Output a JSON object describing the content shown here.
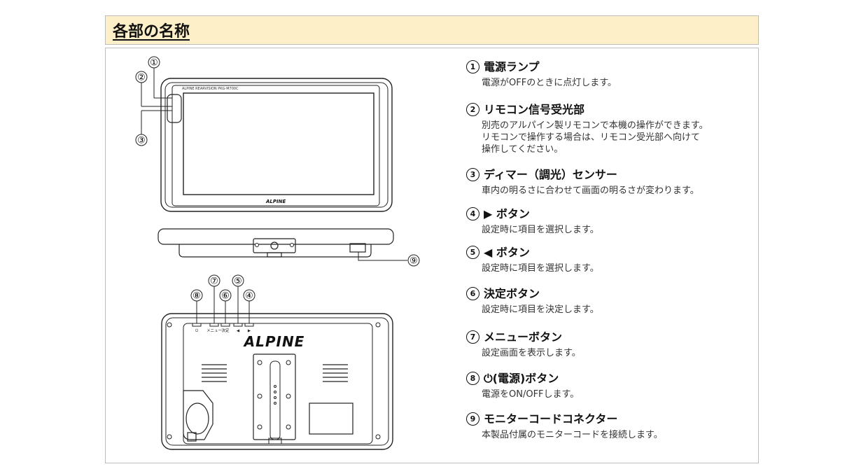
{
  "section_title": "各部の名称",
  "callouts": [
    "①",
    "②",
    "③",
    "④",
    "⑤",
    "⑥",
    "⑦",
    "⑧",
    "⑨"
  ],
  "device": {
    "front_model_text": "ALPINE REARVISION PKG-M700C",
    "brand_logo": "ALPINE",
    "back_labels": [
      "⏻",
      "メニュー",
      "決定",
      "◀",
      "▶"
    ]
  },
  "items": [
    {
      "number": "1",
      "name": "電源ランプ",
      "desc": "電源がOFFのときに点灯します。"
    },
    {
      "number": "2",
      "name": "リモコン信号受光部",
      "desc": "別売のアルパイン製リモコンで本機の操作ができます。\nリモコンで操作する場合は、リモコン受光部へ向けて\n操作してください。"
    },
    {
      "number": "3",
      "name": "ディマー（調光）センサー",
      "desc": "車内の明るさに合わせて画面の明るさが変わります。"
    },
    {
      "number": "4",
      "name": "▶ ボタン",
      "desc": "設定時に項目を選択します。"
    },
    {
      "number": "5",
      "name": "◀ ボタン",
      "desc": "設定時に項目を選択します。"
    },
    {
      "number": "6",
      "name": "決定ボタン",
      "desc": "設定時に項目を決定します。"
    },
    {
      "number": "7",
      "name": "メニューボタン",
      "desc": "設定画面を表示します。"
    },
    {
      "number": "8",
      "name": "⏻(電源)ボタン",
      "desc": "電源をON/OFFします。"
    },
    {
      "number": "9",
      "name": "モニターコードコネクター",
      "desc": "本製品付属のモニターコードを接続します。"
    }
  ]
}
